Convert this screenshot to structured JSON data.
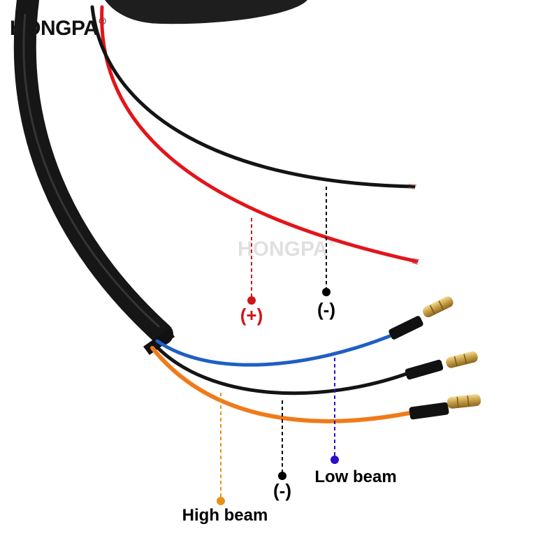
{
  "brand": {
    "logo_text": "HONGPA",
    "logo_mark": "®",
    "watermark_text": "HONGPA",
    "watermark_mark": "®"
  },
  "labels": {
    "positive": "(+)",
    "negative_top": "(-)",
    "negative_bottom": "(-)",
    "low_beam": "Low beam",
    "high_beam": "High beam"
  },
  "colors": {
    "wire_red": "#e3141b",
    "wire_black": "#141414",
    "wire_blue": "#1f5fc4",
    "wire_orange": "#f07a1a",
    "sheath": "#1c1c1c",
    "positive_marker": "#d1141b",
    "negative_marker": "#000000",
    "low_beam_marker": "#2a10c8",
    "high_beam_marker": "#e8901a",
    "connector_brass": "#c9a24a"
  }
}
